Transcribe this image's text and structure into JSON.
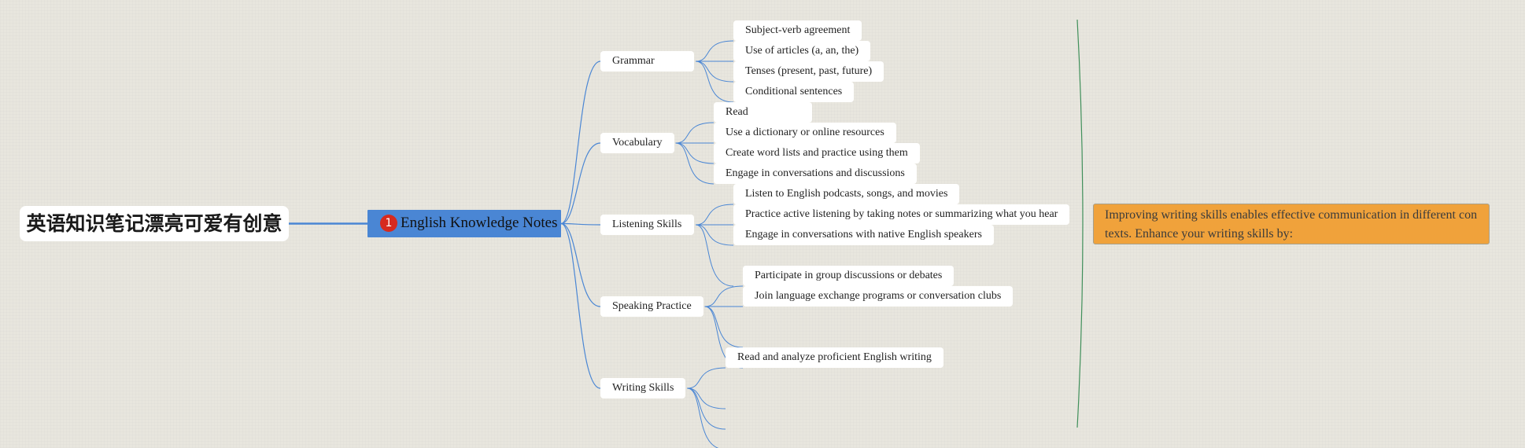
{
  "root": {
    "title": "英语知识笔记漂亮可爱有创意"
  },
  "center": {
    "title": "English Knowledge Notes",
    "badge": "1"
  },
  "branches": [
    {
      "label": "Grammar",
      "items": [
        "Subject-verb agreement",
        "Use of articles (a, an, the)",
        "Tenses (present, past, future)",
        "Conditional sentences"
      ]
    },
    {
      "label": "Vocabulary",
      "items": [
        "Read",
        "Use a dictionary or online resources",
        "Create word lists and practice using them",
        "Engage in conversations and discussions"
      ]
    },
    {
      "label": "Listening Skills",
      "items": [
        "Listen to English podcasts, songs, and movies",
        "Practice active listening by taking notes or summarizing what you hear",
        "Engage in conversations with native English speakers",
        ""
      ]
    },
    {
      "label": "Speaking Practice",
      "items": [
        "Participate in group discussions or debates",
        "Join language exchange programs or conversation clubs",
        "",
        ""
      ]
    },
    {
      "label": "Writing Skills",
      "items": [
        "Read and analyze proficient English writing",
        "",
        "",
        ""
      ]
    }
  ],
  "callout": {
    "text": "Improving writing skills enables effective communication in different contexts. Enhance your writing skills by:"
  },
  "colors": {
    "link": "#4a86d4",
    "bracket": "#3f8f5a",
    "center": "#4a86d4",
    "callout": "#f0a23b",
    "badge": "#d62a1e"
  }
}
